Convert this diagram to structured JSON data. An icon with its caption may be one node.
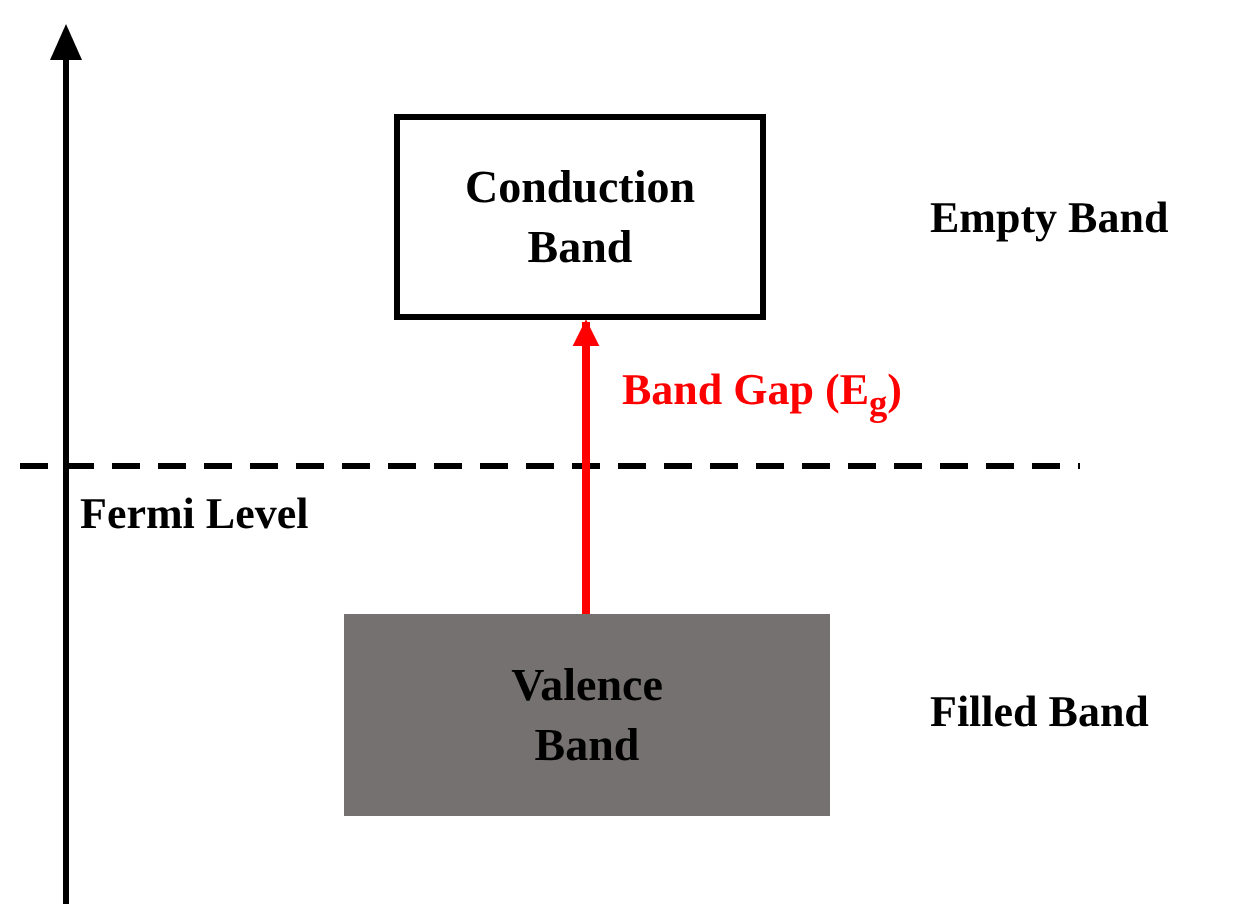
{
  "diagram": {
    "nodes": [
      {
        "text": [
          "Conduction Band"
        ]
      },
      {
        "text": [
          "Valence Band"
        ]
      }
    ],
    "edges": [
      {
        "from": 1,
        "to": 0,
        "arrow": "to",
        "label": "Band Gap (E$_{g}$)",
        "color": "#ff0000"
      }
    ],
    "labels": [
      "Empty Band",
      "Fermi Level",
      "Filled Band"
    ]
  }
}
